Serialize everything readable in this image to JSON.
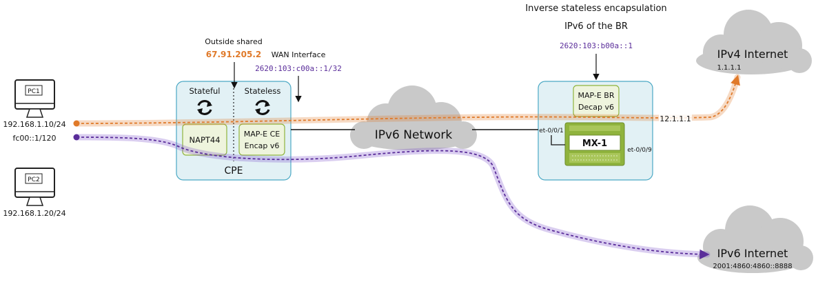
{
  "diagram": {
    "pc1": {
      "screen_label": "PC1",
      "ip": "192.168.1.10/24",
      "ipv6": "fc00::1/120"
    },
    "pc2": {
      "screen_label": "PC2",
      "ip": "192.168.1.20/24"
    },
    "cpe": {
      "title": "CPE",
      "stateful_label": "Stateful",
      "stateless_label": "Stateless",
      "napt_label": "NAPT44",
      "mape_ce_line1": "MAP-E CE",
      "mape_ce_line2": "Encap v6",
      "outside_shared_label": "Outside shared",
      "outside_shared_ip": "67.91.205.2",
      "wan_label": "WAN Interface",
      "wan_ip": "2620:103:c00a::1/32"
    },
    "ipv6_network": {
      "label": "IPv6 Network"
    },
    "br": {
      "heading_line1": "Inverse stateless encapsulation",
      "heading_line2": "IPv6 of the BR",
      "ip": "2620:103:b00a::1",
      "mape_br_line1": "MAP-E BR",
      "mape_br_line2": "Decap v6",
      "router_label": "MX-1",
      "port_left": "et-0/0/1",
      "port_right": "et-0/0/9"
    },
    "ipv4_internet": {
      "label": "IPv4 Internet",
      "ip": "1.1.1.1",
      "link_ip": "12.1.1.1"
    },
    "ipv6_internet": {
      "label": "IPv6 Internet",
      "ip": "2001:4860:4860::8888"
    },
    "colors": {
      "ipv4_flow": "#e07a2a",
      "ipv6_flow": "#5a2d9a",
      "box_fill": "#e2f1f5",
      "box_stroke": "#4aa8c4",
      "module_fill": "#eef4dd",
      "module_stroke": "#8fb33d",
      "cloud": "#c9c9c9",
      "router": "#8fb33d"
    }
  }
}
